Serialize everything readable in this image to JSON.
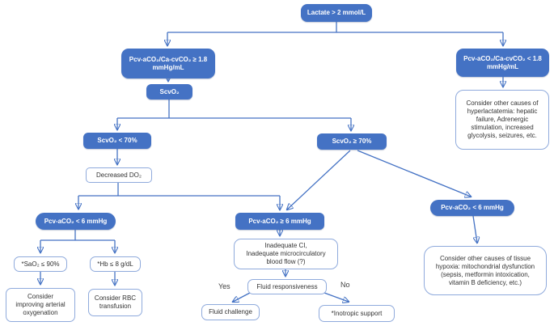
{
  "colors": {
    "node_blue": "#4472C4",
    "arrow_blue": "#4472C4",
    "white_node_border": "#8FAADC",
    "node_text_white": "#FFFFFF",
    "body_text": "#333333"
  },
  "nodes": {
    "lactate": {
      "label": "Lactate > 2 mmol/L"
    },
    "ratio_high": {
      "label": [
        "Pcv-aCO₂/Ca-cvCO₂ ≥ 1.8",
        "mmHg/mL"
      ]
    },
    "ratio_low": {
      "label": [
        "Pcv-aCO₂/Ca-cvCO₂ < 1.8",
        "mmHg/mL"
      ]
    },
    "scvo2": {
      "label": "ScvO₂"
    },
    "hyperlactatemia_causes": {
      "label": [
        "Consider other causes of",
        "hyperlactatemia: hepatic",
        "failure, Adrenergic",
        "stimulation, increased",
        "glycolysis, seizures, etc."
      ]
    },
    "scvo2_low": {
      "label": "ScvO₂ < 70%"
    },
    "scvo2_high": {
      "label": "ScvO₂ ≥ 70%"
    },
    "decreased_do2": {
      "label": "Decreased DO₂"
    },
    "pcv_low_left": {
      "label": "Pcv-aCO₂ < 6 mmHg"
    },
    "pcv_high_mid": {
      "label": "Pcv-aCO₂ ≥ 6 mmHg"
    },
    "pcv_low_right": {
      "label": "Pcv-aCO₂ < 6 mmHg"
    },
    "tissue_hypoxia_causes": {
      "label": [
        "Consider other causes of tissue",
        "hypoxia: mitochondrial dysfunction",
        "(sepsis, metformin intoxication,",
        "vitamin B deficiency, etc.)"
      ]
    },
    "inadequate_ci": {
      "label": [
        "Inadequate  CI,",
        "Inadequate microcirculatory",
        "blood flow (?)"
      ]
    },
    "fluid_responsiveness": {
      "label": "Fluid responsiveness"
    },
    "fluid_challenge": {
      "label": "Fluid challenge"
    },
    "inotropic_support": {
      "label": "*Inotropic support"
    },
    "sao2": {
      "label": "*SaO₂ ≤ 90%"
    },
    "hb": {
      "label": "*Hb ≤ 8 g/dL"
    },
    "improve_oxygenation": {
      "label": [
        "Consider",
        "improving arterial",
        "oxygenation"
      ]
    },
    "rbc_transfusion": {
      "label": [
        "Consider RBC",
        "transfusion"
      ]
    }
  },
  "edge_labels": {
    "yes": "Yes",
    "no": "No"
  }
}
